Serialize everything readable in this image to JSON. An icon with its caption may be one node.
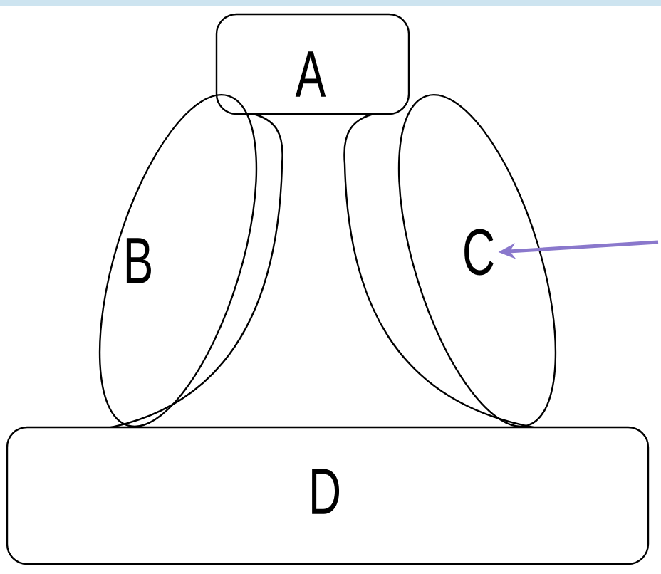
{
  "diagram": {
    "nodes": [
      {
        "text": [
          "A"
        ]
      },
      {
        "text": [
          "B"
        ]
      },
      {
        "text": [
          "C"
        ]
      },
      {
        "text": [
          "D"
        ]
      }
    ],
    "edges": [
      {
        "from": null,
        "to": 2,
        "arrow": "to",
        "color": "#8a78cc"
      }
    ]
  }
}
